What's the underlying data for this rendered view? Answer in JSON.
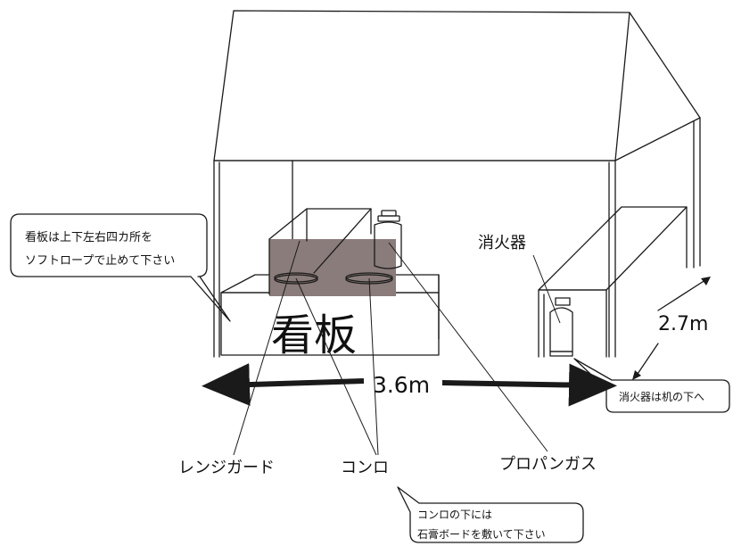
{
  "labels": {
    "sign_main": "看板",
    "sign_note_line1": "看板は上下左右四カ所を",
    "sign_note_line2": "ソフトロープで止めて下さい",
    "extinguisher": "消火器",
    "extinguisher_note": "消火器は机の下へ",
    "width_dim": "3.6m",
    "depth_dim": "2.7m",
    "range_guard": "レンジガード",
    "stove": "コンロ",
    "propane": "プロパンガス",
    "stove_note_line1": "コンロの下には",
    "stove_note_line2": "石膏ボードを敷いて下さい"
  },
  "colors": {
    "line": "#1a1a1a",
    "range_guard_fill": "#8a7c7a",
    "background": "#ffffff"
  }
}
